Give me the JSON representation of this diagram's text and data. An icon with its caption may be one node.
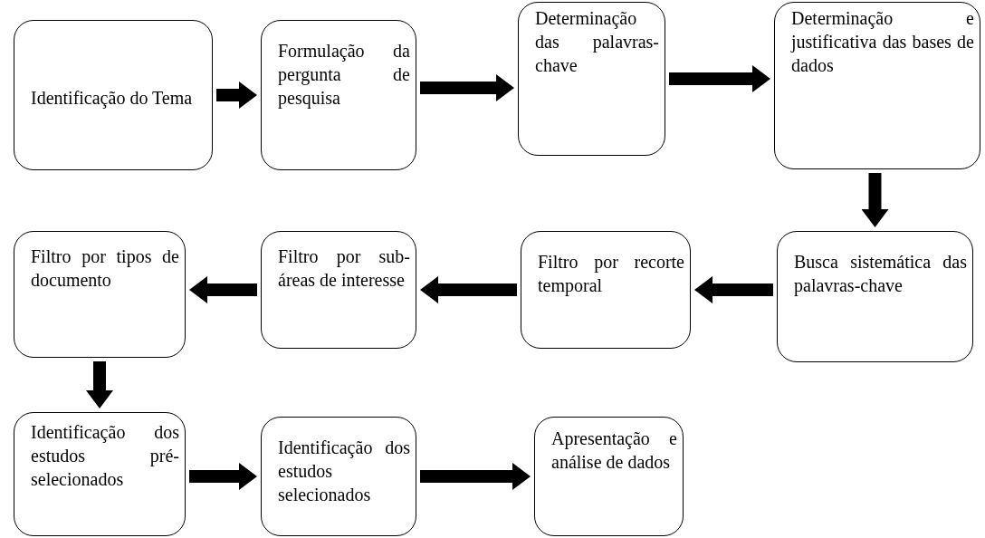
{
  "diagram": {
    "nodes": [
      {
        "text": [
          "Identificação do Tema"
        ]
      },
      {
        "text": [
          "Formulação da pergunta de pesquisa"
        ]
      },
      {
        "text": [
          "Determinação das palavras-chave"
        ]
      },
      {
        "text": [
          "Determinação e justificativa das bases de dados"
        ]
      },
      {
        "text": [
          "Filtro por tipos de documento"
        ]
      },
      {
        "text": [
          "Filtro por sub-áreas de interesse"
        ]
      },
      {
        "text": [
          "Filtro por recorte temporal"
        ]
      },
      {
        "text": [
          "Busca sistemática das palavras-chave"
        ]
      },
      {
        "text": [
          "Identificação dos estudos pré-selecionados"
        ]
      },
      {
        "text": [
          "Identificação dos estudos selecionados"
        ]
      },
      {
        "text": [
          "Apresentação e análise de dados"
        ]
      }
    ],
    "edges": [
      {
        "from": 0,
        "to": 1,
        "arrow": "to"
      },
      {
        "from": 1,
        "to": 2,
        "arrow": "to"
      },
      {
        "from": 2,
        "to": 3,
        "arrow": "to"
      },
      {
        "from": 3,
        "to": 7,
        "arrow": "to"
      },
      {
        "from": 7,
        "to": 6,
        "arrow": "to"
      },
      {
        "from": 6,
        "to": 5,
        "arrow": "to"
      },
      {
        "from": 5,
        "to": 4,
        "arrow": "to"
      },
      {
        "from": 4,
        "to": 8,
        "arrow": "to"
      },
      {
        "from": 8,
        "to": 9,
        "arrow": "to"
      },
      {
        "from": 9,
        "to": 10,
        "arrow": "to"
      }
    ]
  }
}
